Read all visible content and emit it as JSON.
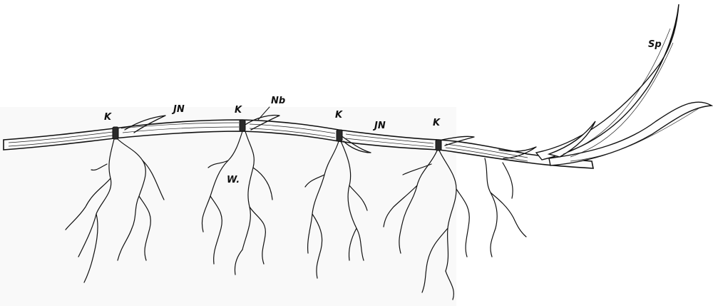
{
  "labels": {
    "node_k1": "K",
    "node_k2": "K",
    "node_k3": "K",
    "node_k4": "K",
    "internode_1": "JN",
    "internode_2": "JN",
    "bud": "Nb",
    "roots": "W.",
    "tip": "Sp"
  }
}
